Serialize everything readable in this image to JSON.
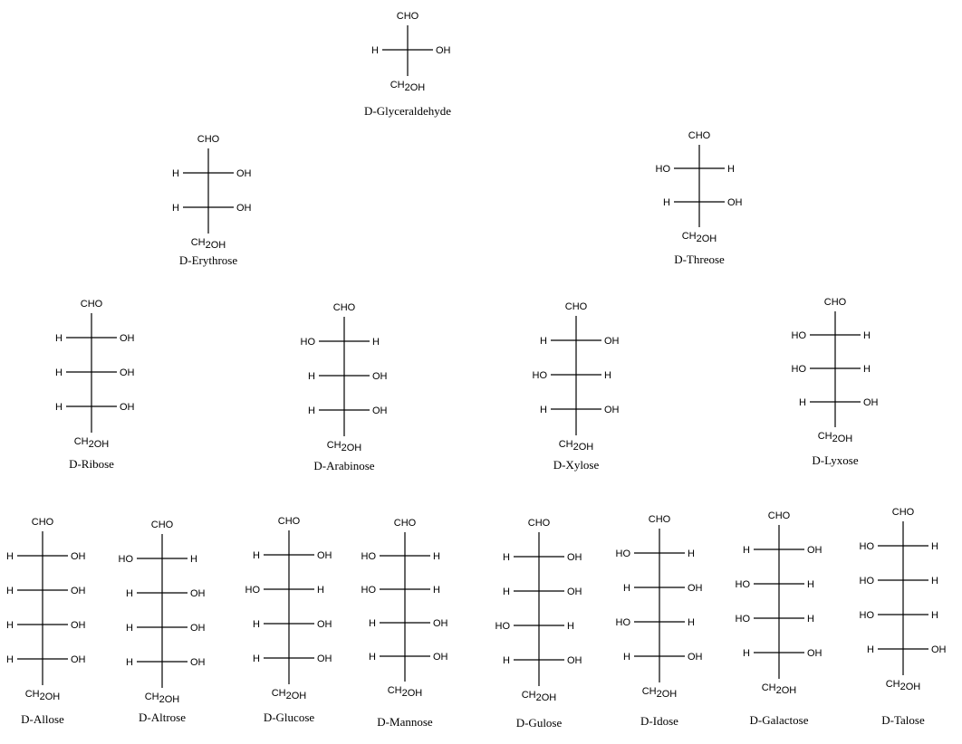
{
  "sugars": [
    {
      "name": "D-Glyceraldehyde",
      "top": "CHO",
      "bottom": "CH2OH",
      "rows": [
        [
          "H",
          "OH"
        ]
      ]
    },
    {
      "name": "D-Erythrose",
      "top": "CHO",
      "bottom": "CH2OH",
      "rows": [
        [
          "H",
          "OH"
        ],
        [
          "H",
          "OH"
        ]
      ]
    },
    {
      "name": "D-Threose",
      "top": "CHO",
      "bottom": "CH2OH",
      "rows": [
        [
          "HO",
          "H"
        ],
        [
          "H",
          "OH"
        ]
      ]
    },
    {
      "name": "D-Ribose",
      "top": "CHO",
      "bottom": "CH2OH",
      "rows": [
        [
          "H",
          "OH"
        ],
        [
          "H",
          "OH"
        ],
        [
          "H",
          "OH"
        ]
      ]
    },
    {
      "name": "D-Arabinose",
      "top": "CHO",
      "bottom": "CH2OH",
      "rows": [
        [
          "HO",
          "H"
        ],
        [
          "H",
          "OH"
        ],
        [
          "H",
          "OH"
        ]
      ]
    },
    {
      "name": "D-Xylose",
      "top": "CHO",
      "bottom": "CH2OH",
      "rows": [
        [
          "H",
          "OH"
        ],
        [
          "HO",
          "H"
        ],
        [
          "H",
          "OH"
        ]
      ]
    },
    {
      "name": "D-Lyxose",
      "top": "CHO",
      "bottom": "CH2OH",
      "rows": [
        [
          "HO",
          "H"
        ],
        [
          "HO",
          "H"
        ],
        [
          "H",
          "OH"
        ]
      ]
    },
    {
      "name": "D-Allose",
      "top": "CHO",
      "bottom": "CH2OH",
      "rows": [
        [
          "H",
          "OH"
        ],
        [
          "H",
          "OH"
        ],
        [
          "H",
          "OH"
        ],
        [
          "H",
          "OH"
        ]
      ]
    },
    {
      "name": "D-Altrose",
      "top": "CHO",
      "bottom": "CH2OH",
      "rows": [
        [
          "HO",
          "H"
        ],
        [
          "H",
          "OH"
        ],
        [
          "H",
          "OH"
        ],
        [
          "H",
          "OH"
        ]
      ]
    },
    {
      "name": "D-Glucose",
      "top": "CHO",
      "bottom": "CH2OH",
      "rows": [
        [
          "H",
          "OH"
        ],
        [
          "HO",
          "H"
        ],
        [
          "H",
          "OH"
        ],
        [
          "H",
          "OH"
        ]
      ]
    },
    {
      "name": "D-Mannose",
      "top": "CHO",
      "bottom": "CH2OH",
      "rows": [
        [
          "HO",
          "H"
        ],
        [
          "HO",
          "H"
        ],
        [
          "H",
          "OH"
        ],
        [
          "H",
          "OH"
        ]
      ]
    },
    {
      "name": "D-Gulose",
      "top": "CHO",
      "bottom": "CH2OH",
      "rows": [
        [
          "H",
          "OH"
        ],
        [
          "H",
          "OH"
        ],
        [
          "HO",
          "H"
        ],
        [
          "H",
          "OH"
        ]
      ]
    },
    {
      "name": "D-Idose",
      "top": "CHO",
      "bottom": "CH2OH",
      "rows": [
        [
          "HO",
          "H"
        ],
        [
          "H",
          "OH"
        ],
        [
          "HO",
          "H"
        ],
        [
          "H",
          "OH"
        ]
      ]
    },
    {
      "name": "D-Galactose",
      "top": "CHO",
      "bottom": "CH2OH",
      "rows": [
        [
          "H",
          "OH"
        ],
        [
          "HO",
          "H"
        ],
        [
          "HO",
          "H"
        ],
        [
          "H",
          "OH"
        ]
      ]
    },
    {
      "name": "D-Talose",
      "top": "CHO",
      "bottom": "CH2OH",
      "rows": [
        [
          "HO",
          "H"
        ],
        [
          "HO",
          "H"
        ],
        [
          "HO",
          "H"
        ],
        [
          "H",
          "OH"
        ]
      ]
    }
  ]
}
